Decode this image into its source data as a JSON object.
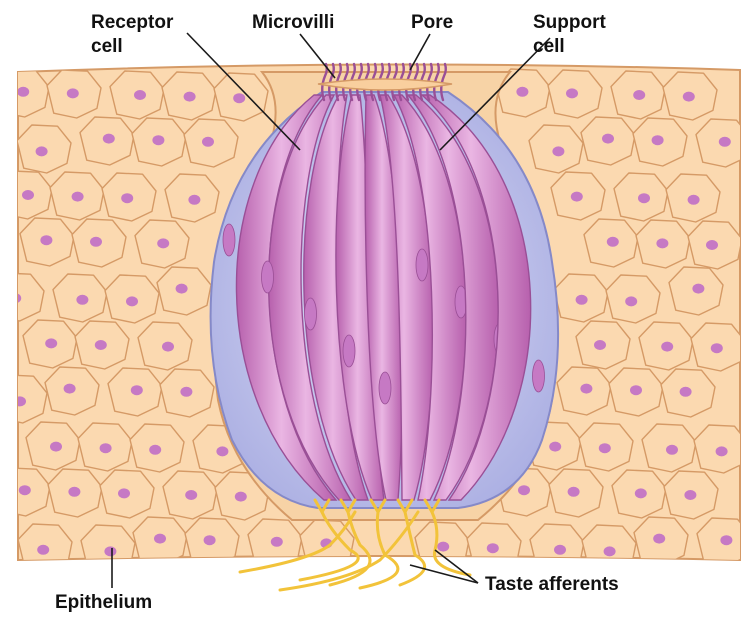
{
  "labels": {
    "receptor_cell_line1": "Receptor",
    "receptor_cell_line2": "cell",
    "microvilli": "Microvilli",
    "pore": "Pore",
    "support_cell_line1": "Support",
    "support_cell_line2": "cell",
    "taste_afferents": "Taste afferents",
    "epithelium": "Epithelium"
  },
  "colors": {
    "epithelial_cell_fill": "#fbd9b0",
    "epithelial_cell_outline": "#d59a66",
    "nucleus": "#c679c4",
    "support_cell_fill": "#c2c3ea",
    "receptor_cell_fill": "#d98fcf",
    "receptor_cell_outline": "#9a4f96",
    "nerve_fiber": "#f2c33a",
    "leader_line": "#1a1a1a"
  }
}
